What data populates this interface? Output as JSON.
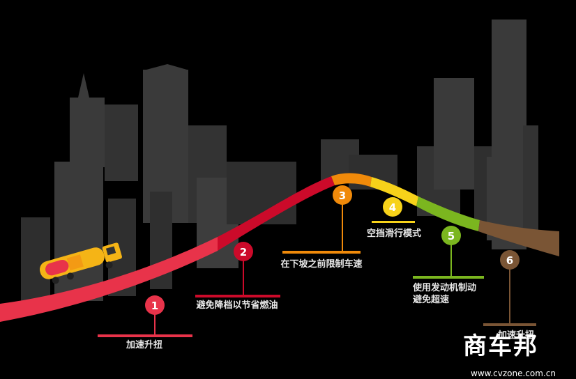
{
  "steps": [
    {
      "num": "1",
      "label": "加速升扭",
      "color": "#e8334a"
    },
    {
      "num": "2",
      "label": "避免降档以节省燃油",
      "color": "#cc0a2a"
    },
    {
      "num": "3",
      "label": "在下坡之前限制车速",
      "color": "#f08a0a"
    },
    {
      "num": "4",
      "label": "空挡滑行模式",
      "color": "#f7d21a"
    },
    {
      "num": "5",
      "label": "使用发动机制动",
      "label2": "避免超速",
      "color": "#7bb61f"
    },
    {
      "num": "6",
      "label": "加速升扭",
      "color": "#7a5535"
    }
  ],
  "watermark": {
    "brand": "商车邦",
    "url": "www.cvzone.com.cn"
  },
  "icons": {
    "truck": "tanker-truck-icon",
    "city": "city-skyline"
  }
}
